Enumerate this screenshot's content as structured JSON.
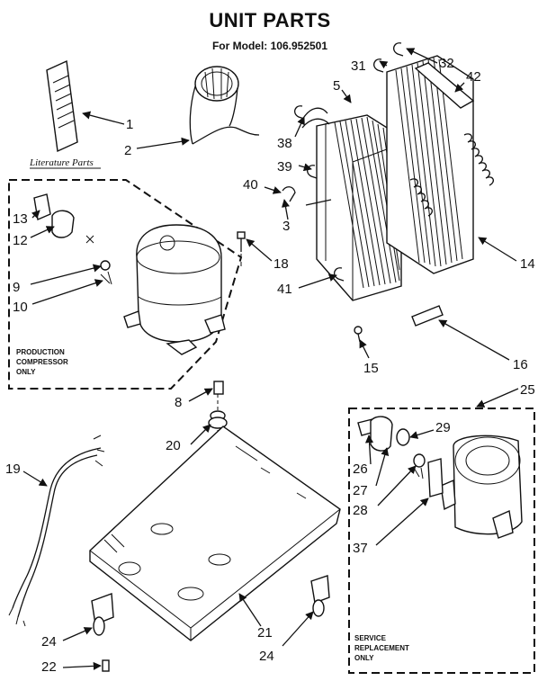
{
  "header": {
    "title": "UNIT PARTS",
    "model_line": "For Model: 106.952501"
  },
  "literature_label": "Literature Parts",
  "production_box_label": [
    "PRODUCTION",
    "COMPRESSOR",
    "ONLY"
  ],
  "service_box_label": [
    "SERVICE",
    "REPLACEMENT",
    "ONLY"
  ],
  "callouts": {
    "c1": "1",
    "c2": "2",
    "c3": "3",
    "c5": "5",
    "c8": "8",
    "c9": "9",
    "c10": "10",
    "c12": "12",
    "c13": "13",
    "c14": "14",
    "c15": "15",
    "c16": "16",
    "c18": "18",
    "c19": "19",
    "c20": "20",
    "c21": "21",
    "c22": "22",
    "c24a": "24",
    "c24b": "24",
    "c25": "25",
    "c26": "26",
    "c27": "27",
    "c28": "28",
    "c29": "29",
    "c31": "31",
    "c32": "32",
    "c37": "37",
    "c38": "38",
    "c39": "39",
    "c40": "40",
    "c41": "41",
    "c42": "42"
  }
}
